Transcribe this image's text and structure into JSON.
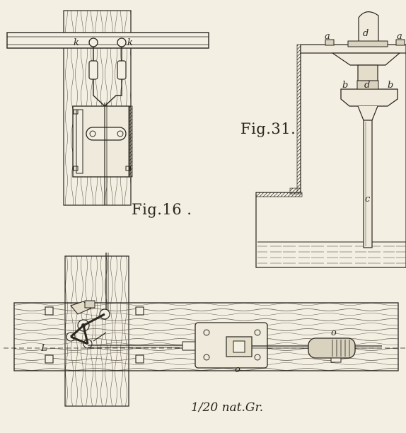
{
  "labels": {
    "fig16": "Fig.16 .",
    "fig31": "Fig.31.",
    "k": "k",
    "a": "a",
    "b": "b",
    "c": "c",
    "d": "d",
    "L": "L",
    "o": "o",
    "scale": "1/20 nat.Gr."
  },
  "colors": {
    "paper": "#f3efe2",
    "ink": "#2a2620"
  }
}
